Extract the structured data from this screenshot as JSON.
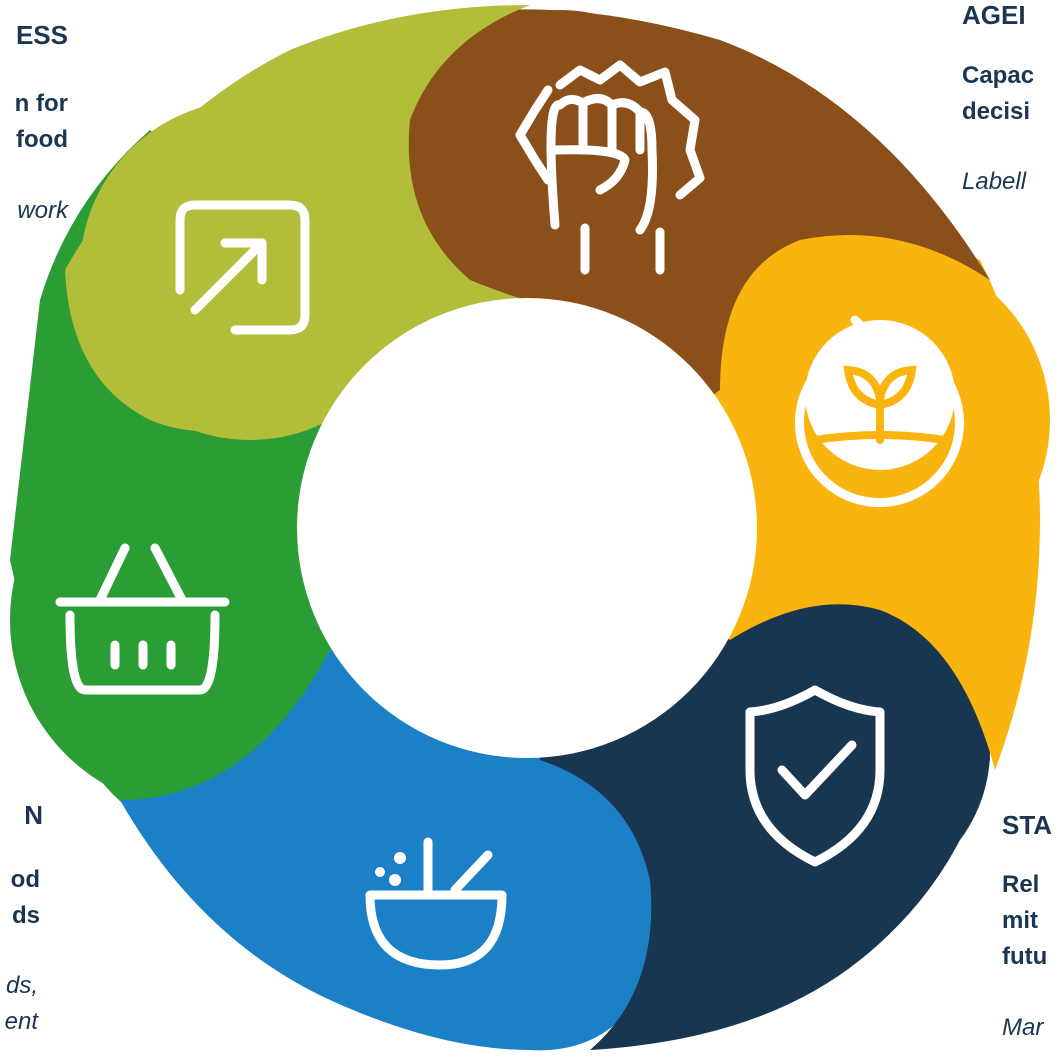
{
  "colors": {
    "agency": "#8b4f1a",
    "sustainability": "#f9b40e",
    "stability": "#193651",
    "utilization": "#1b80c5",
    "availability": "#2b9d35",
    "access": "#b2bd39",
    "text": "#1a3653"
  },
  "segments": [
    {
      "key": "agency",
      "icon": "raised-fist-icon"
    },
    {
      "key": "sustainability",
      "icon": "sprout-cycle-icon"
    },
    {
      "key": "stability",
      "icon": "shield-check-icon"
    },
    {
      "key": "utilization",
      "icon": "food-bowl-icon"
    },
    {
      "key": "availability",
      "icon": "shopping-basket-icon"
    },
    {
      "key": "access",
      "icon": "arrow-box-icon"
    }
  ],
  "labels": {
    "access": {
      "title": "ESS",
      "line1": "n for",
      "line2": "food",
      "line3": "work"
    },
    "agency": {
      "title": "AGEI",
      "line1": "Capac",
      "line2": "decisi",
      "line3": "Labell"
    },
    "stability": {
      "title": "STA",
      "line1": "Rel",
      "line2": "mit",
      "line3": "futu",
      "line4": "Mar"
    },
    "utilization": {
      "title": "N",
      "line1": "od",
      "line2": "ds",
      "line3": "ds,",
      "line4": "ent"
    }
  }
}
